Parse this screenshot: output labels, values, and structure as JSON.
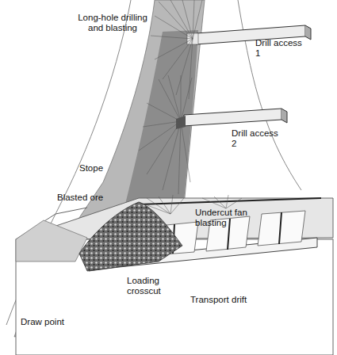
{
  "diagram": {
    "labels": [
      "Long-hole drilling and blasting",
      "Drill access 1",
      "Stope",
      "Drill access 2",
      "Blasted ore",
      "Undercut fan blasting",
      "Loading crosscut",
      "Transport drift",
      "Draw point"
    ]
  }
}
